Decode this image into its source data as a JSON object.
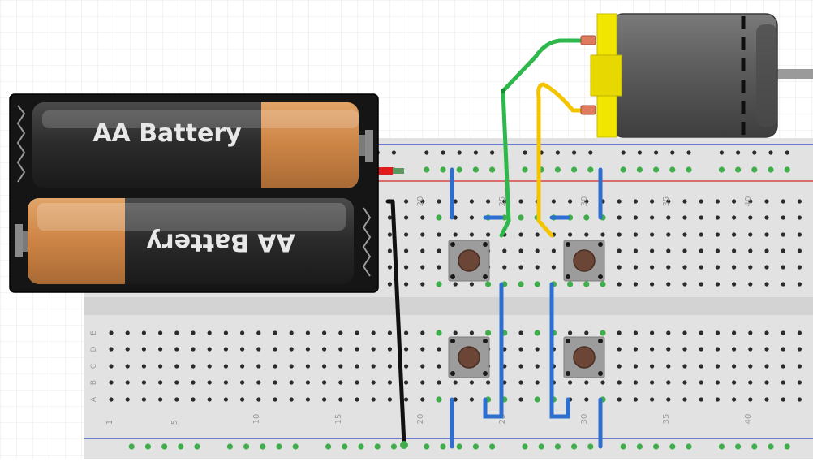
{
  "battery_pack": {
    "top_cell_label": "AA Battery",
    "bottom_cell_label": "AA Battery"
  },
  "breadboard": {
    "column_numbers": [
      "1",
      "5",
      "10",
      "15",
      "20",
      "25",
      "30",
      "35",
      "40"
    ],
    "row_letters_lower": [
      "E",
      "D",
      "C",
      "B",
      "A"
    ]
  },
  "colors": {
    "grid_line": "#e8e8e8",
    "board": "#e2e2e2",
    "board_channel": "#d3d3d3",
    "hole": "#2b2b2b",
    "hole_connected": "#3fae4a",
    "rail_red": "#d42a2a",
    "rail_blue": "#2a3fc4",
    "wire_red": "#e01b1b",
    "wire_black": "#111111",
    "wire_green": "#2eb84b",
    "wire_yellow": "#f5c400",
    "wire_blue": "#2c6fd0",
    "button_body": "#9c9c9c",
    "button_cap": "#6b4536",
    "motor_body": "#5a5a5a",
    "motor_endcap": "#f0e600",
    "battery_case": "#151515",
    "battery_copper": "#d08a4a"
  },
  "icons": {
    "pushbuttons": "tactile-switch-icon",
    "motor": "dc-motor-icon"
  }
}
